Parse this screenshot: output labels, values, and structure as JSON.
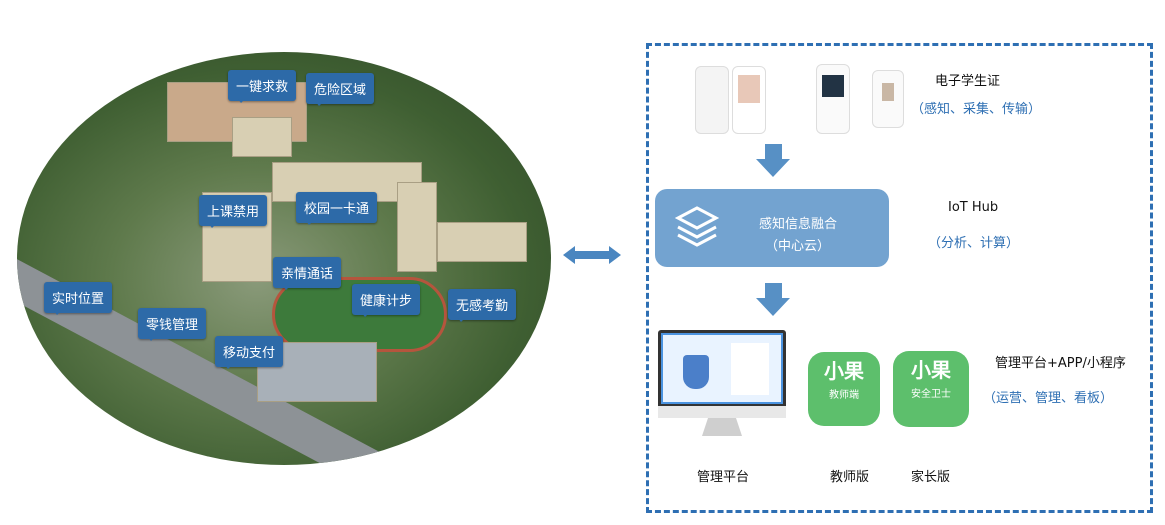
{
  "campus": {
    "tags": [
      "一键求救",
      "危险区域",
      "上课禁用",
      "校园一卡通",
      "亲情通话",
      "健康计步",
      "无感考勤",
      "实时位置",
      "零钱管理",
      "移动支付"
    ]
  },
  "layer1": {
    "title": "电子学生证",
    "subtitle": "（感知、采集、传输）"
  },
  "layer2": {
    "box_title": "感知信息融合",
    "box_sub": "（中心云）",
    "title": "IoT Hub",
    "subtitle": "（分析、计算）"
  },
  "layer3": {
    "title": "管理平台+APP/小程序",
    "subtitle": "（运营、管理、看板）",
    "items": [
      {
        "label": "管理平台"
      },
      {
        "label": "教师版",
        "icon_big": "小果",
        "icon_small": "教师端"
      },
      {
        "label": "家长版",
        "icon_big": "小果",
        "icon_small": "安全卫士"
      }
    ]
  },
  "colors": {
    "accent": "#2e6fb3",
    "tag": "#2d6aa8",
    "hub": "#73a3d0",
    "app": "#5dbf6c"
  }
}
